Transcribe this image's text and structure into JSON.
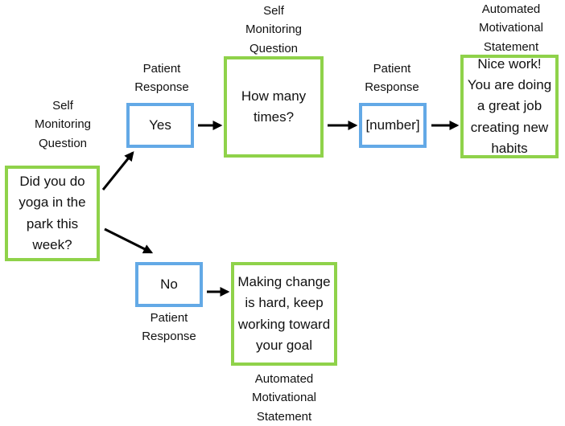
{
  "labels": {
    "q1": "Self\nMonitoring\nQuestion",
    "resp_yes": "Patient\nResponse",
    "q2": "Self\nMonitoring\nQuestion",
    "resp_number": "Patient\nResponse",
    "stmt_yes": "Automated\nMotivational\nStatement",
    "resp_no": "Patient\nResponse",
    "stmt_no": "Automated\nMotivational\nStatement"
  },
  "boxes": {
    "q1": "Did you do\nyoga in the\npark this\nweek?",
    "yes": "Yes",
    "q2": "How many\ntimes?",
    "number": "[number]",
    "stmt_yes": "Nice work!\nYou are doing\na great job\ncreating new\nhabits",
    "no": "No",
    "stmt_no": "Making change\nis hard, keep\nworking toward\nyour goal"
  },
  "colors": {
    "question_border": "#8fd24a",
    "response_border": "#63a9e6",
    "arrow": "#000000"
  }
}
